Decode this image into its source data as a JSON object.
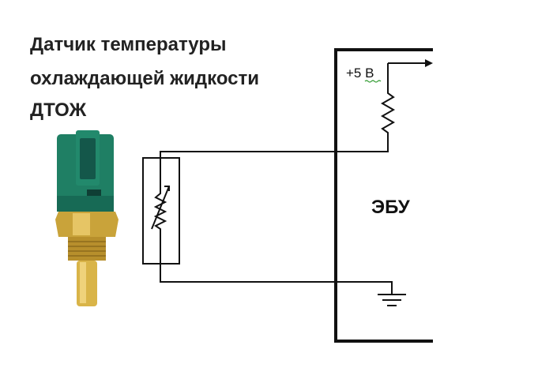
{
  "title": {
    "line1": "Датчик температуры",
    "line2": "охлаждающей жидкости",
    "line3": "ДТОЖ"
  },
  "diagram": {
    "supply_label": "+5 В",
    "ecu_label": "ЭБУ"
  },
  "colors": {
    "line": "#111111",
    "connector_green": "#1f7f64",
    "connector_dark": "#14574a",
    "brass": "#c9a33a",
    "brass_light": "#e6c565",
    "probe": "#d9b448",
    "spellcheck_underline": "#2e9a2e"
  },
  "icons": {
    "sensor": "coolant-temperature-sensor-photo",
    "thermistor": "thermistor-symbol",
    "resistor": "resistor-symbol",
    "ground": "ground-symbol",
    "arrow": "arrow-right-icon"
  }
}
